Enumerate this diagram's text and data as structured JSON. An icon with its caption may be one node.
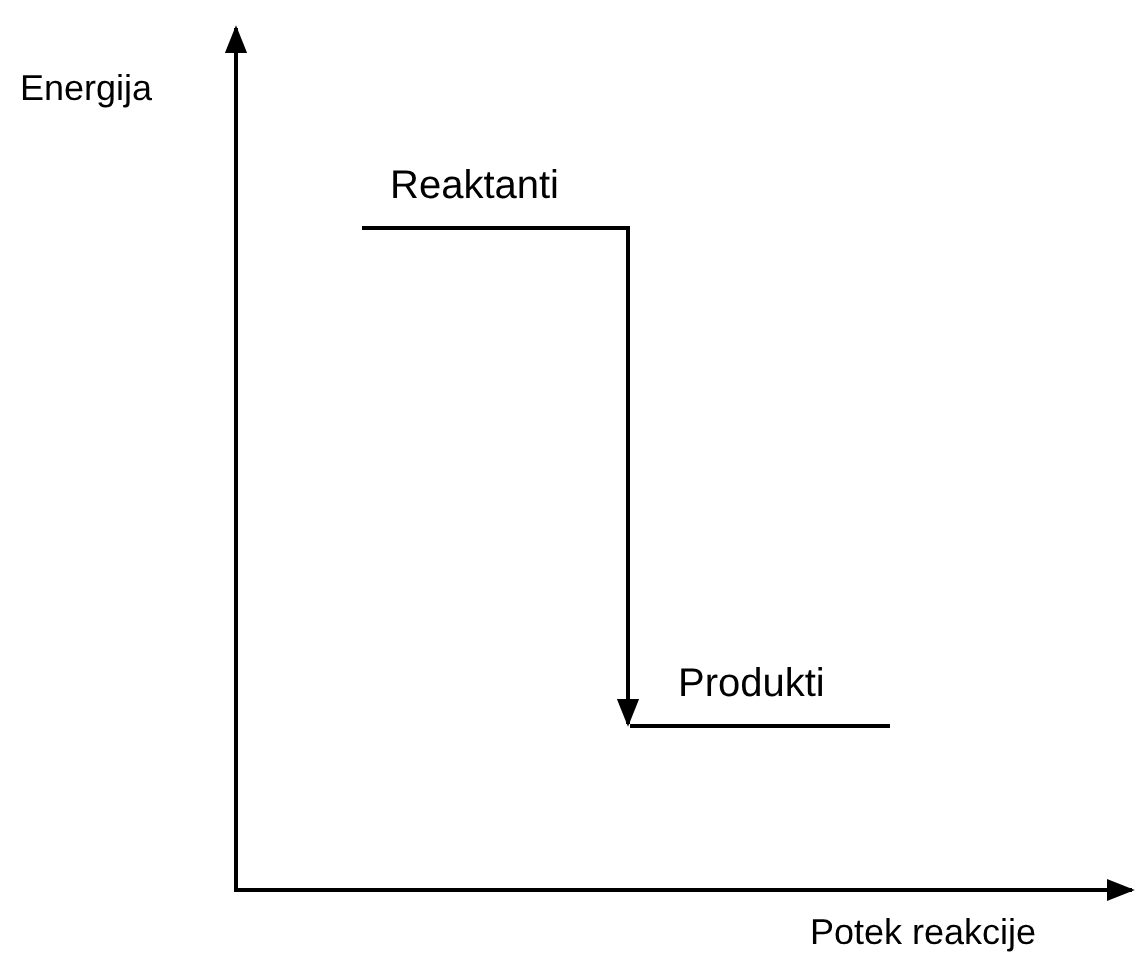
{
  "diagram": {
    "nodes": [
      {
        "text": [
          "Reaktanti"
        ]
      },
      {
        "text": [
          "Produkti"
        ]
      }
    ],
    "edges": [
      {
        "from": 0,
        "to": 1,
        "arrow": "to"
      }
    ],
    "labels": [
      "Energija",
      "Potek reakcije"
    ]
  }
}
